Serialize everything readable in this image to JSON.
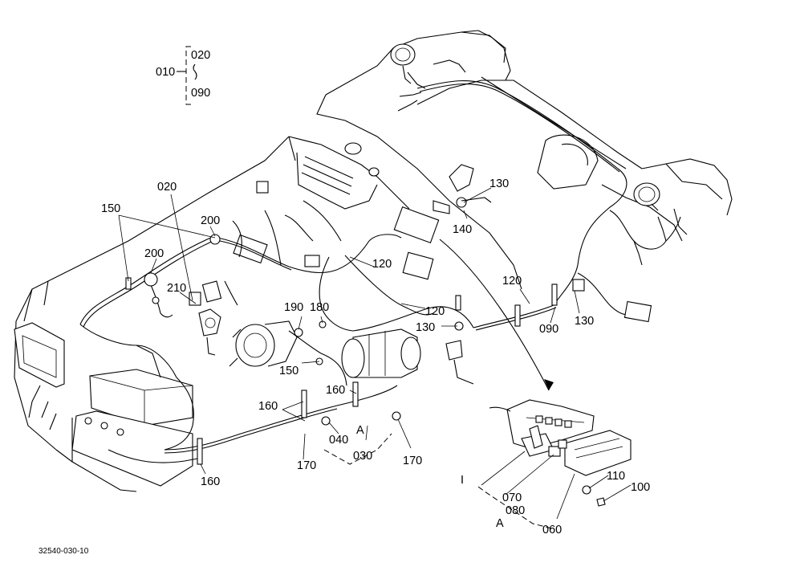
{
  "diagram": {
    "ref_code": "32540-030-10",
    "labels": {
      "p010": "010",
      "p020a": "020",
      "p090a": "090",
      "p020b": "020",
      "p150a": "150",
      "p200a": "200",
      "p200b": "200",
      "p210": "210",
      "p130a": "130",
      "p140": "140",
      "p120a": "120",
      "p120b": "120",
      "p120c": "120",
      "p190": "190",
      "p180": "180",
      "p130b": "130",
      "p090b": "090",
      "p130c": "130",
      "p150b": "150",
      "p160a": "160",
      "p160b": "160",
      "p040": "040",
      "pA1": "A",
      "p030": "030",
      "p170a": "170",
      "p170b": "170",
      "p160c": "160",
      "pI": "I",
      "p070": "070",
      "p080": "080",
      "pA2": "A",
      "p060": "060",
      "p110": "110",
      "p100": "100"
    }
  }
}
